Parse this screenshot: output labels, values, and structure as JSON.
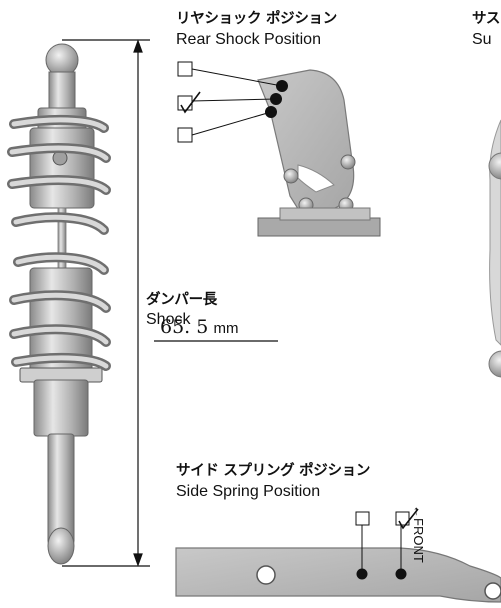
{
  "rear_shock": {
    "title_jp": "リヤショック ポジション",
    "title_en": "Rear Shock Position"
  },
  "suspension_partial": {
    "title_jp": "サス",
    "title_en": "Su"
  },
  "shock_length": {
    "label_jp": "ダンパー長",
    "label_en": "Shock",
    "value": "65. 5",
    "unit": "mm"
  },
  "side_spring": {
    "title_jp": "サイド スプリング ポジション",
    "title_en": "Side Spring Position"
  },
  "front_marker": "←FRONT",
  "colors": {
    "ink": "#111111",
    "part_fill": "#b4b4b4",
    "part_dark": "#6e6e6e",
    "part_light": "#e2e2e2"
  }
}
